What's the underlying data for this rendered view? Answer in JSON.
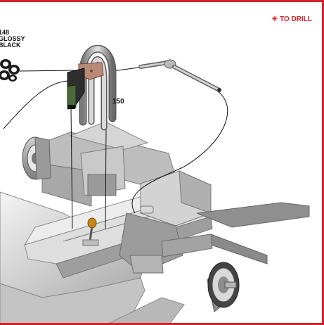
{
  "annotations": {
    "paint_code": "148",
    "paint_finish_line1": "GLOSSY",
    "paint_finish_line2": "BLACK",
    "part_number": "150",
    "drill_symbol": "✳",
    "drill_note": "TO DRILL"
  },
  "colors": {
    "frame": "#d8232a",
    "drill_text": "#d8232a"
  }
}
